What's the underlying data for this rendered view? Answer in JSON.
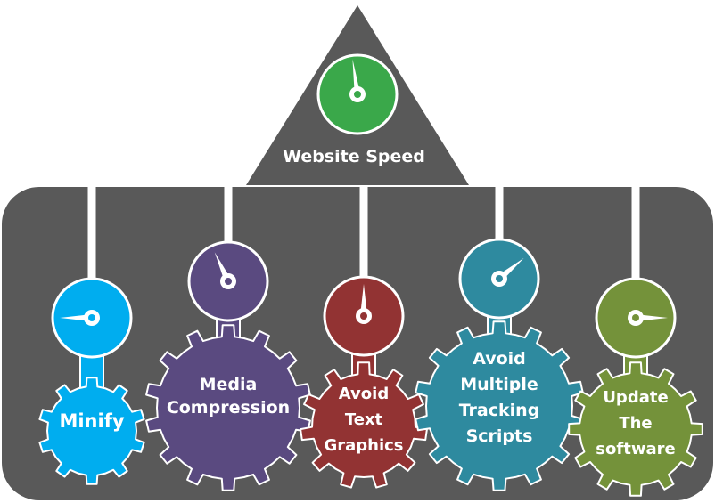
{
  "title": "Website Speed",
  "colors": {
    "background": "#595959",
    "top_gauge": "#3aa84a",
    "outline": "#ffffff"
  },
  "factors": [
    {
      "label_lines": [
        "Minify"
      ],
      "color": "#00adef"
    },
    {
      "label_lines": [
        "Media",
        "Compression"
      ],
      "color": "#5a4a80"
    },
    {
      "label_lines": [
        "Avoid",
        "Text",
        "Graphics"
      ],
      "color": "#923333"
    },
    {
      "label_lines": [
        "Avoid",
        "Multiple",
        "Tracking",
        "Scripts"
      ],
      "color": "#2e8a9f"
    },
    {
      "label_lines": [
        "Update",
        "The",
        "software"
      ],
      "color": "#74923a"
    }
  ]
}
